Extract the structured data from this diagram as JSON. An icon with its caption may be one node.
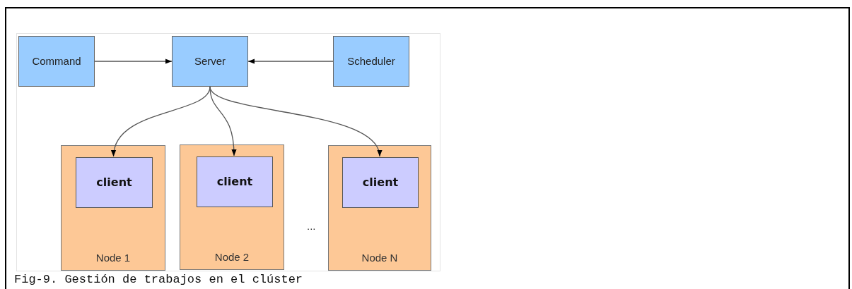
{
  "diagram": {
    "caption": "Fig-9. Gestión de trabajos en el clúster",
    "nodes": [
      {
        "text": [
          "Command"
        ]
      },
      {
        "text": [
          "Server"
        ]
      },
      {
        "text": [
          "Scheduler"
        ]
      },
      {
        "text": [
          "Node 1"
        ]
      },
      {
        "text": [
          "client"
        ],
        "in": 3
      },
      {
        "text": [
          "Node 2"
        ]
      },
      {
        "text": [
          "client"
        ],
        "in": 5
      },
      {
        "text": [
          "Node N"
        ]
      },
      {
        "text": [
          "client"
        ],
        "in": 7
      }
    ],
    "edges": [
      {
        "from": 0,
        "to": 1,
        "arrow": "to"
      },
      {
        "from": 2,
        "to": 1,
        "arrow": "to"
      },
      {
        "from": 1,
        "to": 4,
        "arrow": "to"
      },
      {
        "from": 1,
        "to": 6,
        "arrow": "to"
      },
      {
        "from": 1,
        "to": 8,
        "arrow": "to"
      }
    ],
    "labels": [
      "..."
    ]
  }
}
